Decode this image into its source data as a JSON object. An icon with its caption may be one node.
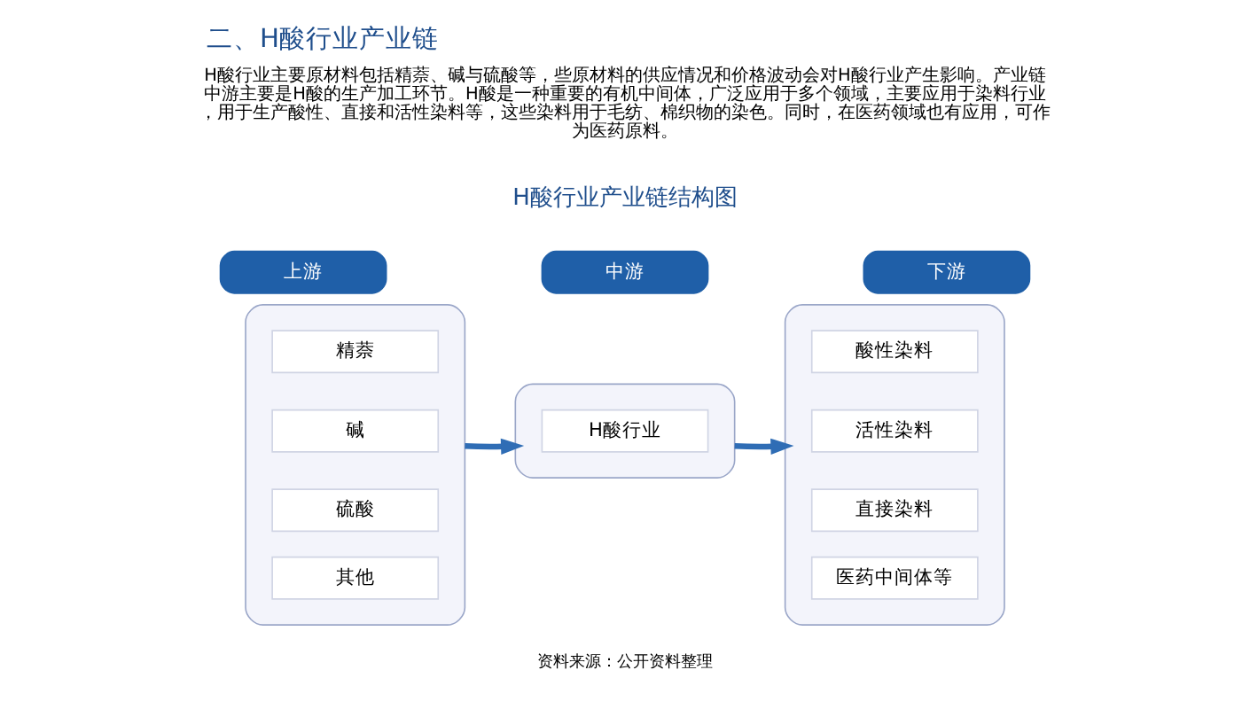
{
  "diagram": {
    "title": "二、H酸行业产业链",
    "caption": "资料来源：公开资料整理",
    "nodes": [
      {
        "text": [
          "上游"
        ]
      },
      {
        "text": [
          "中游"
        ]
      },
      {
        "text": [
          "下游"
        ]
      },
      {
        "text": [],
        "shape": "box"
      },
      {
        "text": [
          "精萘"
        ],
        "in": 3
      },
      {
        "text": [
          "碱"
        ],
        "in": 3
      },
      {
        "text": [
          "硫酸"
        ],
        "in": 3
      },
      {
        "text": [
          "其他"
        ],
        "in": 3
      },
      {
        "text": [],
        "shape": "box"
      },
      {
        "text": [
          "H酸行业"
        ],
        "in": 8
      },
      {
        "text": [],
        "shape": "box"
      },
      {
        "text": [
          "酸性染料"
        ],
        "in": 10
      },
      {
        "text": [
          "活性染料"
        ],
        "in": 10
      },
      {
        "text": [
          "直接染料"
        ],
        "in": 10
      },
      {
        "text": [
          "医药中间体等"
        ],
        "in": 10
      }
    ],
    "edges": [
      {
        "from": 3,
        "to": 8,
        "arrow": "to"
      },
      {
        "from": 8,
        "to": 10,
        "arrow": "to"
      }
    ],
    "labels": [
      "H酸行业主要原材料包括精萘、碱与硫酸等，些原材料的供应情况和价格波动会对H酸行业产生影响。产业链中游主要是H酸的生产加工环节。H酸是一种重要的有机中间体，广泛应用于多个领域，主要应用于染料行业，用于生产酸性、直接和活性染料等，这些染料用于毛纺、棉织物的染色。同时，在医药领域也有应用，可作为医药原料。",
      "H酸行业产业链结构图"
    ]
  }
}
